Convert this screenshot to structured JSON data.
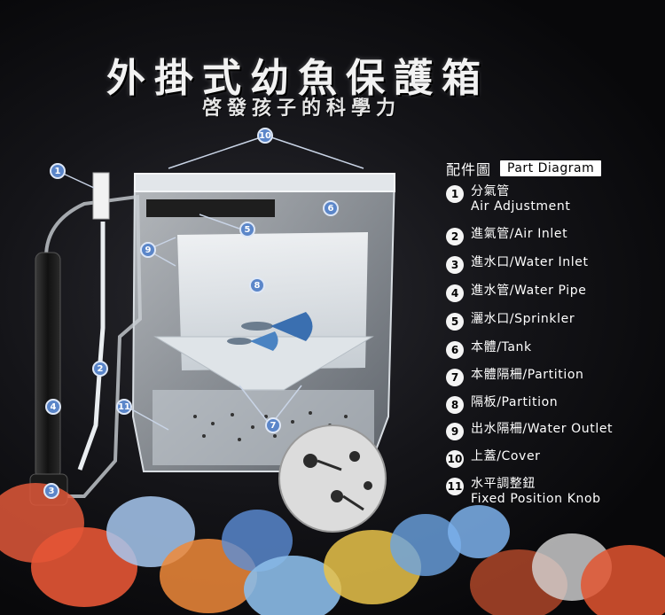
{
  "title": "外掛式幼魚保護箱",
  "subtitle": "啓發孩子的科學力",
  "legend": {
    "heading_cn": "配件圖",
    "heading_en": "Part Diagram",
    "items": [
      {
        "num": "1",
        "cn": "分氣管",
        "en": "Air Adjustment"
      },
      {
        "num": "2",
        "text": "進氣管/Air Inlet"
      },
      {
        "num": "3",
        "text": "進水口/Water Inlet"
      },
      {
        "num": "4",
        "text": "進水管/Water Pipe"
      },
      {
        "num": "5",
        "text": "灑水口/Sprinkler"
      },
      {
        "num": "6",
        "text": "本體/Tank"
      },
      {
        "num": "7",
        "text": "本體隔柵/Partition"
      },
      {
        "num": "8",
        "text": "隔板/Partition"
      },
      {
        "num": "9",
        "text": "出水隔柵/Water Outlet"
      },
      {
        "num": "10",
        "text": "上蓋/Cover"
      },
      {
        "num": "11",
        "cn": "水平調整鈕",
        "en": "Fixed Position Knob"
      }
    ]
  },
  "callouts": [
    "1",
    "2",
    "3",
    "4",
    "5",
    "6",
    "7",
    "8",
    "9",
    "10",
    "11"
  ],
  "colors": {
    "callout": "#5b86c9",
    "background": "#0c0c0e",
    "text": "#ffffff"
  }
}
